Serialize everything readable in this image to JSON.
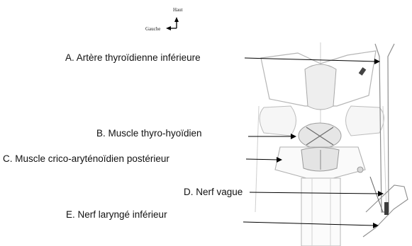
{
  "orientation": {
    "up": "Haut",
    "left": "Gauche"
  },
  "labels": {
    "a": "A. Artère thyroïdienne inférieure",
    "b": "B. Muscle thyro-hyoïdien",
    "c": "C. Muscle crico-aryténoïdien postérieur",
    "d": "D. Nerf vague",
    "e": "E. Nerf laryngé inférieur"
  }
}
